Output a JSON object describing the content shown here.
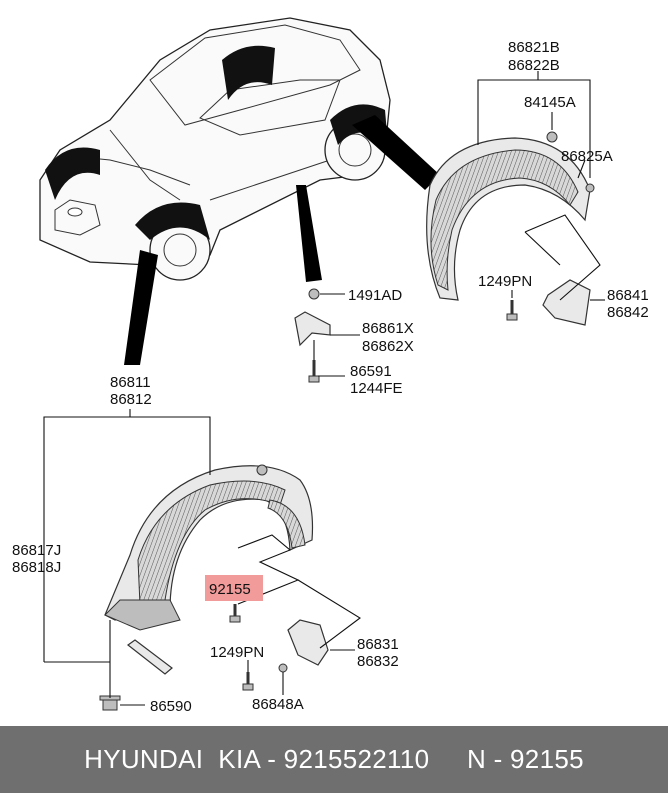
{
  "labels": {
    "p86821B": "86821B",
    "p86822B": "86822B",
    "p84145A": "84145A",
    "p86825A": "86825A",
    "p1249PN_top": "1249PN",
    "p86841": "86841",
    "p86842": "86842",
    "p1491AD": "1491AD",
    "p86861X": "86861X",
    "p86862X": "86862X",
    "p86591": "86591",
    "p1244FE": "1244FE",
    "p86811": "86811",
    "p86812": "86812",
    "p86817J": "86817J",
    "p86818J": "86818J",
    "p92155": "92155",
    "p1249PN_bottom": "1249PN",
    "p86831": "86831",
    "p86832": "86832",
    "p86848A": "86848A",
    "p86590": "86590"
  },
  "highlight_color": "#f19b9b",
  "footer": {
    "text": "HYUNDAI  KIA - 9215522110     N - 92155"
  }
}
